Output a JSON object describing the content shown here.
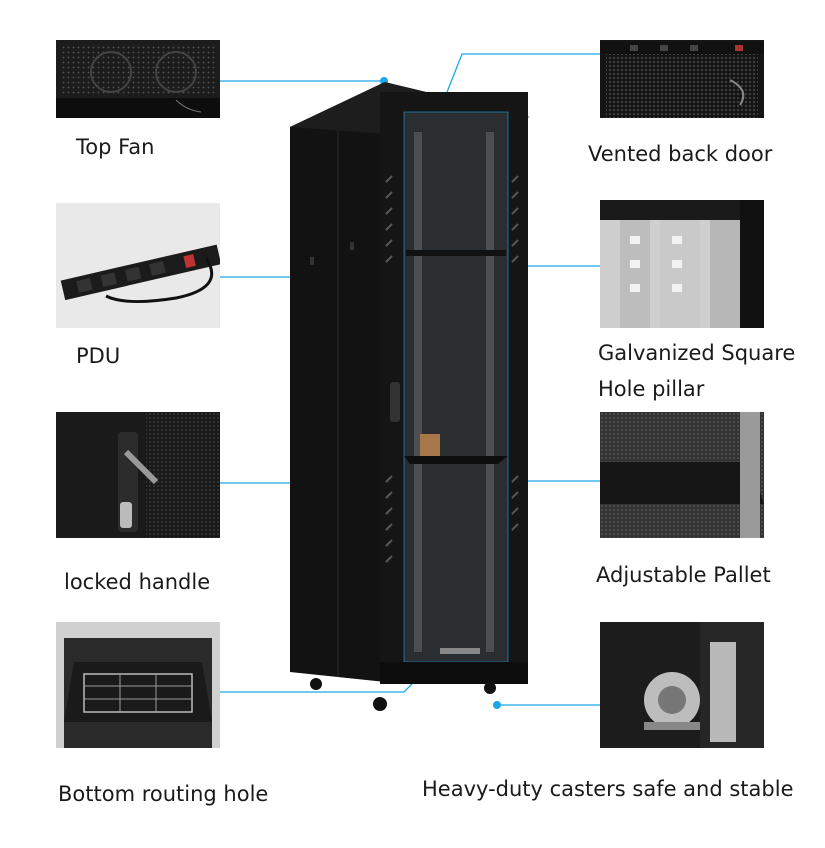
{
  "labels": {
    "top_fan": "Top Fan",
    "pdu": "PDU",
    "locked_handle": "locked handle",
    "bottom_routing_hole": "Bottom routing hole",
    "vented_back_door": "Vented back door",
    "pillar_line1": "Galvanized Square",
    "pillar_line2": "Hole pillar",
    "adjustable_pallet": "Adjustable Pallet",
    "casters": "Heavy-duty casters safe and stable"
  },
  "colors": {
    "callout": "#1aa8e6",
    "cabinet": "#141414",
    "frame": "#2b2b2b"
  }
}
